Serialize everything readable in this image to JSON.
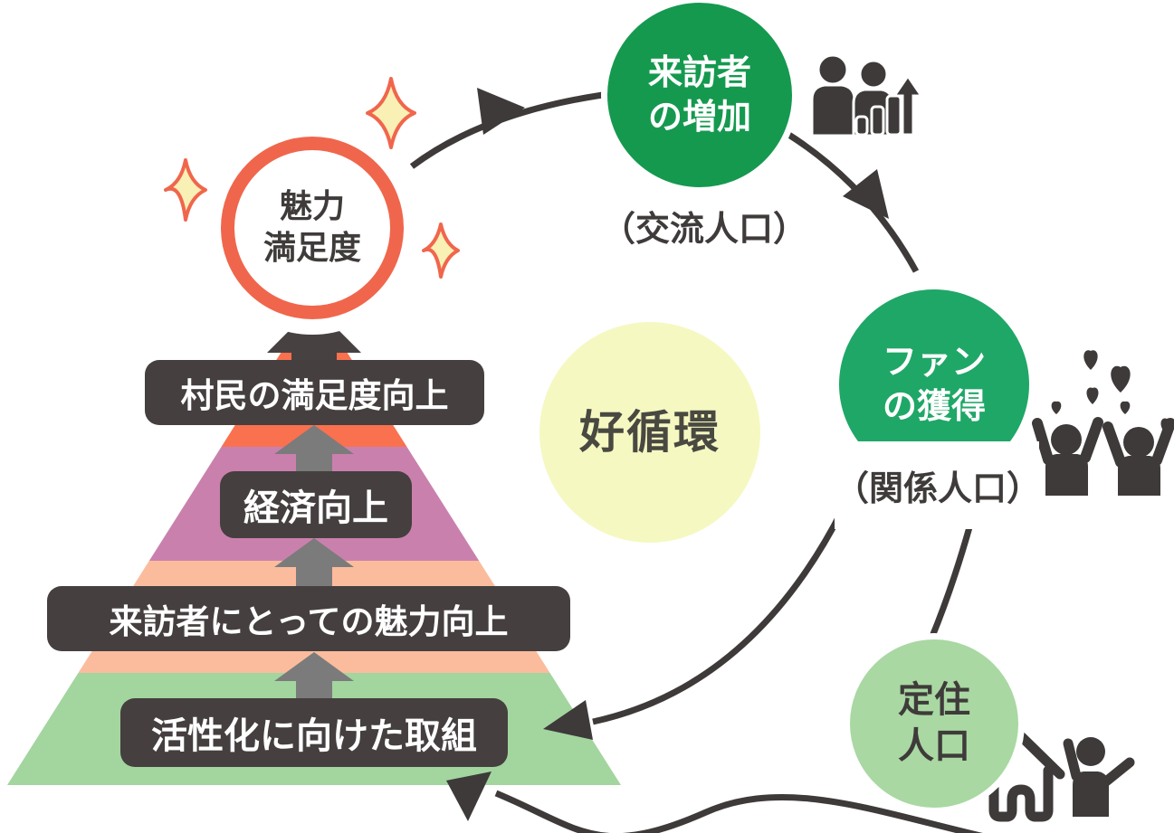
{
  "diagram": {
    "center_circle": {
      "label": "好循環",
      "color": "#f6f8c2"
    },
    "pyramid": {
      "peak_circle": {
        "line1": "魅力",
        "line2": "満足度",
        "ring_color": "#f0664c"
      },
      "levels": [
        {
          "label": "村民の満足度向上",
          "band_color": "#f9714f"
        },
        {
          "label": "経済向上",
          "band_color": "#ca80ad"
        },
        {
          "label": "来訪者にとっての魅力向上",
          "band_color": "#fbbc9d"
        },
        {
          "label": "活性化に向けた取組",
          "band_color": "#a3d59f"
        }
      ],
      "label_bg_color": "#453f3f",
      "up_arrow_color": "#7b7b7b"
    },
    "cycle_nodes": [
      {
        "line1": "来訪者",
        "line2": "の増加",
        "caption": "（交流人口）",
        "color": "#15994f",
        "icon": "visitors-increase-icon"
      },
      {
        "line1": "ファン",
        "line2": "の獲得",
        "caption": "（関係人口）",
        "color": "#1fa767",
        "icon": "cheering-fans-icon"
      },
      {
        "line1": "定住",
        "line2": "人口",
        "caption": "",
        "color": "#a9d8a3",
        "icon": "house-resident-icon"
      }
    ],
    "arc_color": "#3e3a39",
    "icon_color": "#3d3a39",
    "sparkle_fill": "#f9f0b5",
    "sparkle_stroke": "#f0664c"
  }
}
